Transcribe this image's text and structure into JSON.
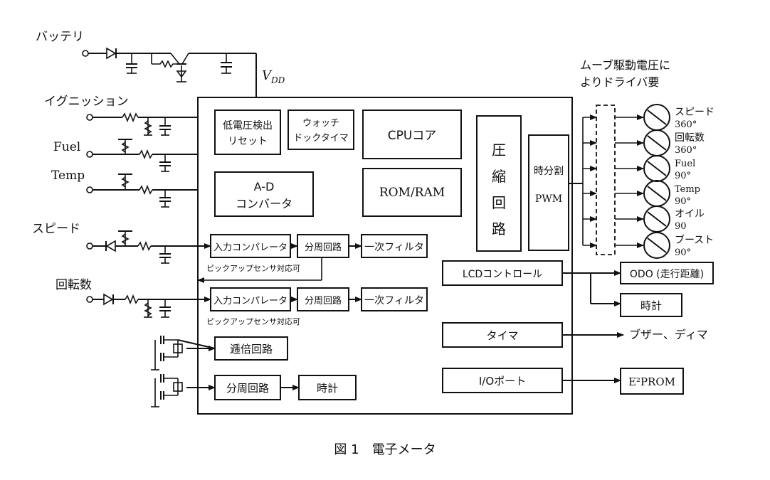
{
  "diagram": {
    "vdd_label": "V",
    "vdd_sub": "DD",
    "inputs": {
      "battery": "バッテリ",
      "ignition": "イグニッション",
      "fuel": "Fuel",
      "temp": "Temp",
      "speed": "スピード",
      "rpm": "回転数"
    },
    "blocks": {
      "low_voltage_1": "低電圧検出",
      "low_voltage_2": "リセット",
      "watchdog_1": "ウォッチ",
      "watchdog_2": "ドックタイマ",
      "cpu": "CPUコア",
      "ad_1": "A-D",
      "ad_2": "コンバータ",
      "rom_ram": "ROM/RAM",
      "compress": [
        "圧",
        "縮",
        "回",
        "路"
      ],
      "pwm_1": "時分割",
      "pwm_2": "PWM",
      "input_comparator": "入力コンパレータ",
      "divider": "分周回路",
      "filter": "一次フィルタ",
      "pickup_note": "ピックアップセンサ対応可",
      "multiplier": "逓倍回路",
      "divider_bottom": "分周回路",
      "clock_bottom": "時計",
      "lcd_control": "LCDコントロール",
      "timer": "タイマ",
      "io_port": "I/Oポート"
    },
    "outputs": {
      "drive_note_1": "ムーブ駆動電圧に",
      "drive_note_2": "よりドライバ要",
      "gauges": [
        {
          "name": "スピード",
          "range": "360°"
        },
        {
          "name": "回転数",
          "range": "360°"
        },
        {
          "name": "Fuel",
          "range": "90°"
        },
        {
          "name": "Temp",
          "range": "90°"
        },
        {
          "name": "オイル",
          "range": "90"
        },
        {
          "name": "ブースト",
          "range": "90°"
        }
      ],
      "odo": "ODO (走行距離)",
      "clock": "時計",
      "buzzer": "ブザー、ディマ",
      "eeprom": "E²PROM"
    },
    "caption": "図 1　電子メータ"
  }
}
